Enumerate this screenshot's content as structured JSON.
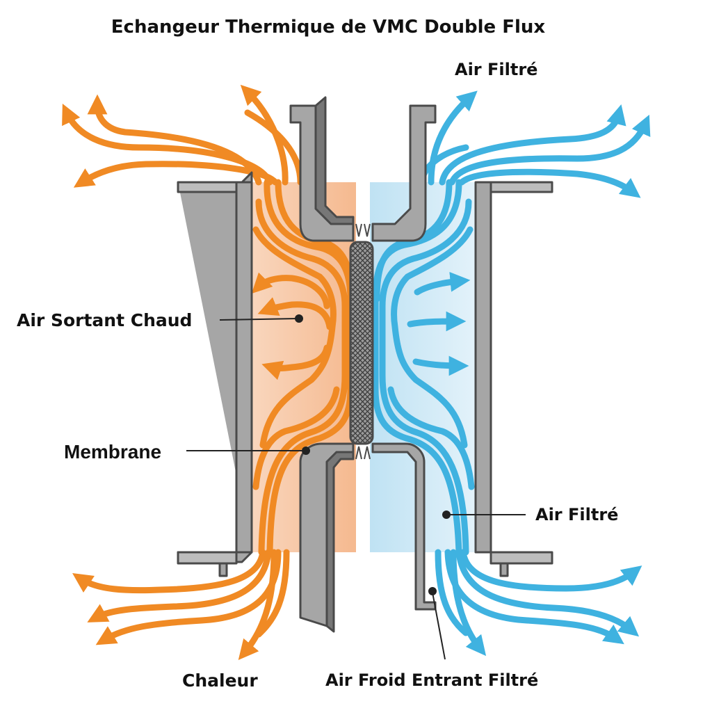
{
  "title": "Echangeur Thermique de VMC Double Flux",
  "labels": {
    "filtered_air_top": "Air Filtré",
    "warm_exhaust_air": "Air Sortant Chaud",
    "membrane": "Membrane",
    "filtered_air_right": "Air Filtré",
    "heat": "Chaleur",
    "cold_intake_air": "Air Froid Entrant Filtré"
  },
  "colors": {
    "warm_flow": "#f08a24",
    "warm_fill": "#f7c7a4",
    "cold_flow": "#3fb2e0",
    "cold_fill": "#cfe9f6",
    "frame": "#a6a6a6",
    "frame_shade": "#777777",
    "outline": "#4a4a4a",
    "label_text": "#111111"
  }
}
